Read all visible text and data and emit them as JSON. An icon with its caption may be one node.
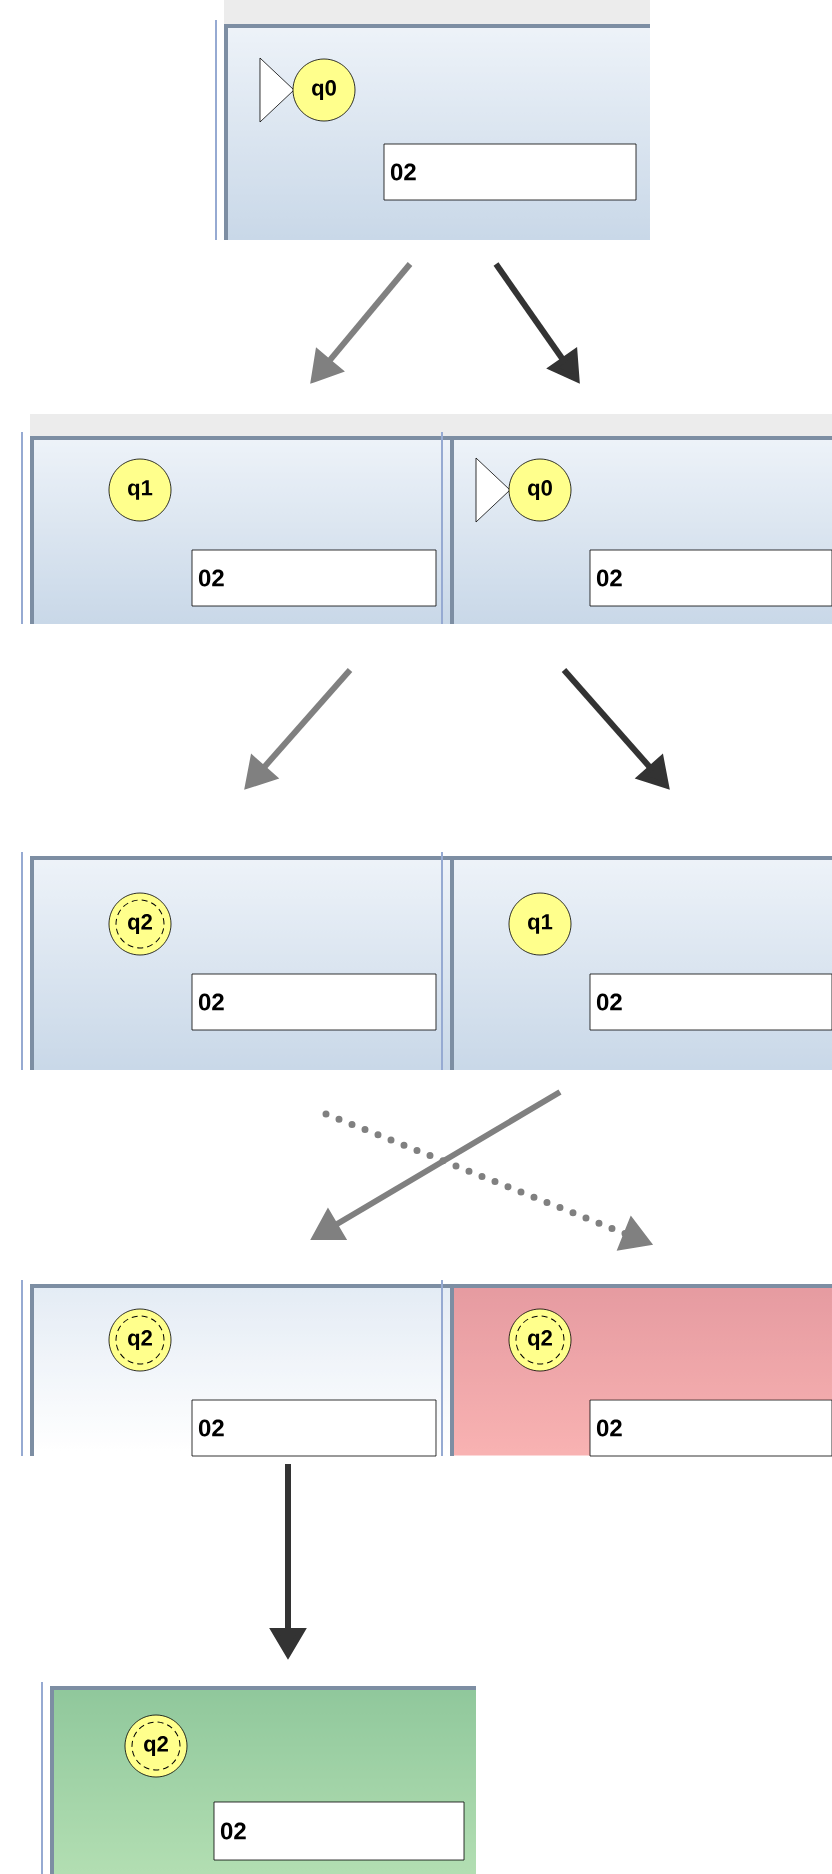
{
  "diagram": {
    "nodes": [
      {
        "text": [],
        "shape": "box"
      },
      {
        "text": [
          "q0"
        ],
        "in": 0
      },
      {
        "text": [
          "02"
        ],
        "in": 0
      },
      {
        "text": [],
        "shape": "box"
      },
      {
        "text": [
          "q1"
        ],
        "in": 3
      },
      {
        "text": [
          "02"
        ],
        "in": 3
      },
      {
        "text": [],
        "shape": "box"
      },
      {
        "text": [
          "q0"
        ],
        "in": 6
      },
      {
        "text": [
          "02"
        ],
        "in": 6
      },
      {
        "text": [],
        "shape": "box"
      },
      {
        "text": [
          "q2"
        ],
        "in": 9
      },
      {
        "text": [
          "02"
        ],
        "in": 9
      },
      {
        "text": [],
        "shape": "box"
      },
      {
        "text": [
          "q1"
        ],
        "in": 12
      },
      {
        "text": [
          "02"
        ],
        "in": 12
      },
      {
        "text": [],
        "shape": "box"
      },
      {
        "text": [
          "q2"
        ],
        "in": 15
      },
      {
        "text": [
          "02"
        ],
        "in": 15
      },
      {
        "text": [],
        "shape": "box"
      },
      {
        "text": [
          "q2"
        ],
        "in": 18
      },
      {
        "text": [
          "02"
        ],
        "in": 18
      },
      {
        "text": [],
        "shape": "box"
      },
      {
        "text": [
          "q2"
        ],
        "in": 21
      },
      {
        "text": [
          "02"
        ],
        "in": 21
      }
    ],
    "edges": [
      {
        "from": 0,
        "to": 3,
        "arrow": "to",
        "color": "#808080"
      },
      {
        "from": 0,
        "to": 6,
        "arrow": "to"
      },
      {
        "from": 3,
        "to": 9,
        "arrow": "to",
        "color": "#808080"
      },
      {
        "from": 6,
        "to": 12,
        "arrow": "to"
      },
      {
        "from": 12,
        "to": 15,
        "arrow": "to",
        "color": "#808080"
      },
      {
        "from": 9,
        "to": 18,
        "arrow": "to",
        "style": "dashed",
        "color": "#808080"
      },
      {
        "from": 15,
        "to": 21,
        "arrow": "to"
      }
    ]
  }
}
